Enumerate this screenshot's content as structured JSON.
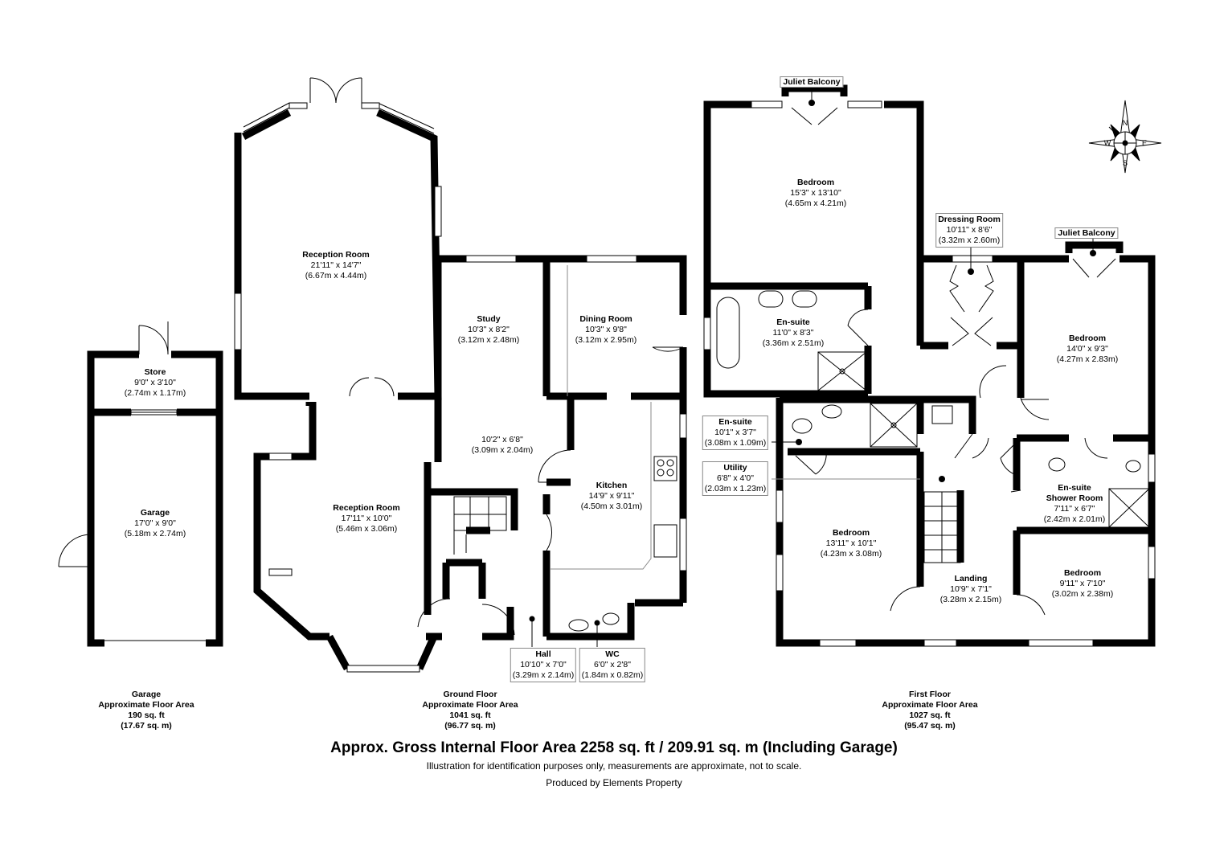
{
  "rooms": {
    "store": {
      "name": "Store",
      "imperial": "9'0\" x 3'10\"",
      "metric": "(2.74m x 1.17m)"
    },
    "garage": {
      "name": "Garage",
      "imperial": "17'0\" x 9'0\"",
      "metric": "(5.18m x 2.74m)"
    },
    "reception_upper": {
      "name": "Reception Room",
      "imperial": "21'11\" x 14'7\"",
      "metric": "(6.67m x 4.44m)"
    },
    "study": {
      "name": "Study",
      "imperial": "10'3\" x 8'2\"",
      "metric": "(3.12m x 2.48m)"
    },
    "dining": {
      "name": "Dining Room",
      "imperial": "10'3\" x 9'8\"",
      "metric": "(3.12m x 2.95m)"
    },
    "passage": {
      "name": "",
      "imperial": "10'2\" x 6'8\"",
      "metric": "(3.09m x 2.04m)"
    },
    "reception_lower": {
      "name": "Reception Room",
      "imperial": "17'11\" x 10'0\"",
      "metric": "(5.46m x 3.06m)"
    },
    "kitchen": {
      "name": "Kitchen",
      "imperial": "14'9\" x 9'11\"",
      "metric": "(4.50m x 3.01m)"
    },
    "hall": {
      "name": "Hall",
      "imperial": "10'10\" x 7'0\"",
      "metric": "(3.29m x 2.14m)"
    },
    "wc": {
      "name": "WC",
      "imperial": "6'0\" x 2'8\"",
      "metric": "(1.84m x 0.82m)"
    },
    "bedroom1": {
      "name": "Bedroom",
      "imperial": "15'3\" x 13'10\"",
      "metric": "(4.65m x 4.21m)"
    },
    "ensuite1": {
      "name": "En-suite",
      "imperial": "11'0\" x 8'3\"",
      "metric": "(3.36m x 2.51m)"
    },
    "dressing": {
      "name": "Dressing Room",
      "imperial": "10'11\" x 8'6\"",
      "metric": "(3.32m x 2.60m)"
    },
    "bedroom2": {
      "name": "Bedroom",
      "imperial": "14'0\" x 9'3\"",
      "metric": "(4.27m x 2.83m)"
    },
    "ensuite2": {
      "name": "En-suite",
      "imperial": "10'1\" x 3'7\"",
      "metric": "(3.08m x 1.09m)"
    },
    "utility": {
      "name": "Utility",
      "imperial": "6'8\" x 4'0\"",
      "metric": "(2.03m x 1.23m)"
    },
    "bedroom3": {
      "name": "Bedroom",
      "imperial": "13'11\" x 10'1\"",
      "metric": "(4.23m x 3.08m)"
    },
    "ensuite_shower": {
      "name": "En-suite",
      "name2": "Shower Room",
      "imperial": "7'11\" x 6'7\"",
      "metric": "(2.42m x 2.01m)"
    },
    "landing": {
      "name": "Landing",
      "imperial": "10'9\" x 7'1\"",
      "metric": "(3.28m x 2.15m)"
    },
    "bedroom4": {
      "name": "Bedroom",
      "imperial": "9'11\" x 7'10\"",
      "metric": "(3.02m x 2.38m)"
    }
  },
  "balconies": {
    "b1": "Juliet Balcony",
    "b2": "Juliet Balcony"
  },
  "compass": {
    "n": "N",
    "s": "S",
    "e": "E",
    "w": "W"
  },
  "areas": {
    "garage": {
      "title": "Garage",
      "sub": "Approximate Floor Area",
      "sqft": "190 sq. ft",
      "sqm": "(17.67 sq. m)"
    },
    "ground": {
      "title": "Ground Floor",
      "sub": "Approximate Floor Area",
      "sqft": "1041 sq. ft",
      "sqm": "(96.77 sq. m)"
    },
    "first": {
      "title": "First Floor",
      "sub": "Approximate Floor Area",
      "sqft": "1027 sq. ft",
      "sqm": "(95.47 sq. m)"
    }
  },
  "footer": {
    "gross": "Approx. Gross Internal Floor Area 2258 sq. ft / 209.91 sq. m (Including Garage)",
    "disclaimer": "Illustration for identification purposes only, measurements are approximate, not to scale.",
    "producer": "Produced by Elements Property"
  }
}
